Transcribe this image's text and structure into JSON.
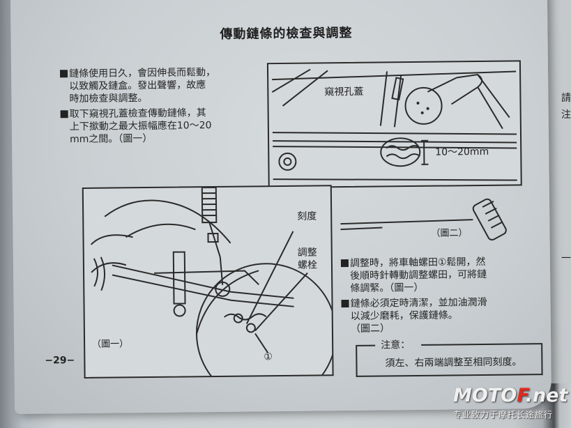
{
  "title": "傳動鏈條的檢查與調整",
  "intro": {
    "p1": [
      "鏈條使用日久，會因伸長而鬆動，",
      "以致觸及鏈盒。發出聲響，故應",
      "時加檢查與調整。"
    ],
    "p2": [
      "取下窺視孔蓋檢查傳動鏈條，其",
      "上下撳動之最大振幅應在10～20",
      "mm之間。（圖一）"
    ]
  },
  "figure_top": {
    "label_cover": "窺視孔蓋",
    "label_range": "10～20mm",
    "tag": "（圖二）"
  },
  "figure_main": {
    "label_scale": "刻度",
    "label_bolt_1": "調整",
    "label_bolt_2": "螺栓",
    "label_num": "①",
    "tag": "（圖一）"
  },
  "adjust": {
    "p1": [
      "調整時，將車軸螺田①鬆開，然",
      "後順時針轉動調整螺田，可將鏈",
      "條調緊。（圖一）"
    ],
    "p2": [
      "鏈條必須定時清潔，並加油潤滑",
      "以減少磨耗，保護鏈條。",
      "（圖二）"
    ]
  },
  "note": {
    "heading": "注意：",
    "text": "須左、右兩端調整至相同刻度。"
  },
  "page_number": "−29−",
  "next_page_fragments": [
    "請",
    "注",
    "一"
  ],
  "watermark": {
    "brand_a": "MOTO",
    "brand_b": "F",
    "brand_c": ".net",
    "sub": "专业致力于摩托长途旅行"
  }
}
